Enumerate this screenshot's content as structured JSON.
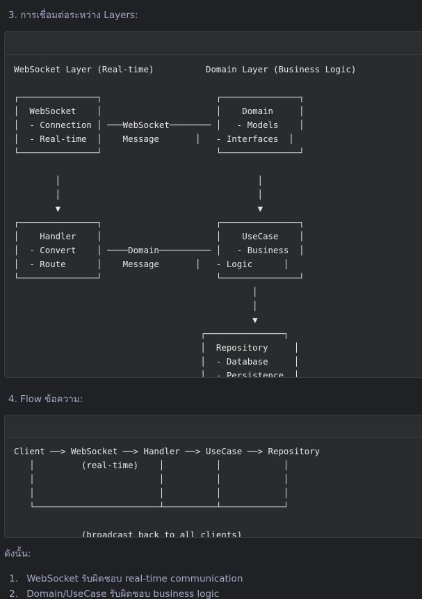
{
  "section3": {
    "number": "3.",
    "title": "การเชื่อมต่อระหว่าง Layers:",
    "diagram": "WebSocket Layer (Real-time)          Domain Layer (Business Logic)\n\n┌───────────────┐                      ┌───────────────┐\n│  WebSocket    │                      │    Domain     │\n│  - Connection │ ───WebSocket──────── │   - Models    │\n│  - Real-time  │    Message       │   - Interfaces  │\n└───────────────┘                      └───────────────┘\n\n        │                                      │\n        │                                      │\n        ▼                                      ▼\n┌───────────────┐                      ┌───────────────┐\n│    Handler    │                      │    UseCase    │\n│  - Convert    │ ────Domain────────── │   - Business  │\n│  - Route      │    Message       │   - Logic      │\n└───────────────┘                      └───────────────┘\n                                              │\n                                              │\n                                              ▼\n                                    ┌───────────────┐\n                                    │  Repository     │\n                                    │  - Database     │\n                                    │  - Persistence  │\n                                    └───────────────┘"
  },
  "section4": {
    "number": "4.",
    "title": "Flow ข้อความ:",
    "diagram": "Client ──> WebSocket ──> Handler ──> UseCase ──> Repository\n   │         (real-time)    │          │            │\n   │                        │          │            │\n   │                        │          │            │\n   └────────────────────────┴──────────┴────────────┘\n\n             (broadcast back to all clients)"
  },
  "conclusion": "ดังนั้น:",
  "list": [
    {
      "number": "1.",
      "text": "WebSocket รับผิดชอบ real-time communication"
    },
    {
      "number": "2.",
      "text": "Domain/UseCase รับผิดชอบ business logic"
    }
  ]
}
